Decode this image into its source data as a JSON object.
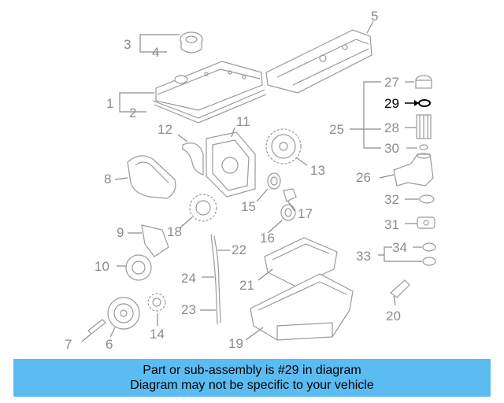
{
  "callouts": {
    "c1": "1",
    "c2": "2",
    "c3": "3",
    "c4": "4",
    "c5": "5",
    "c6": "6",
    "c7": "7",
    "c8": "8",
    "c9": "9",
    "c10": "10",
    "c11": "11",
    "c12": "12",
    "c13": "13",
    "c14": "14",
    "c15": "15",
    "c16": "16",
    "c17": "17",
    "c18": "18",
    "c19": "19",
    "c20": "20",
    "c21": "21",
    "c22": "22",
    "c23": "23",
    "c24": "24",
    "c25": "25",
    "c26": "26",
    "c27": "27",
    "c28": "28",
    "c29": "29",
    "c30": "30",
    "c31": "31",
    "c32": "32",
    "c33": "33",
    "c34": "34"
  },
  "highlight": {
    "part_number": "29",
    "color": "#000000"
  },
  "info_bar": {
    "line1": "Part or sub-assembly is #29 in diagram",
    "line2": "Diagram may not be specific to your vehicle",
    "background": "#5bbcf2"
  }
}
